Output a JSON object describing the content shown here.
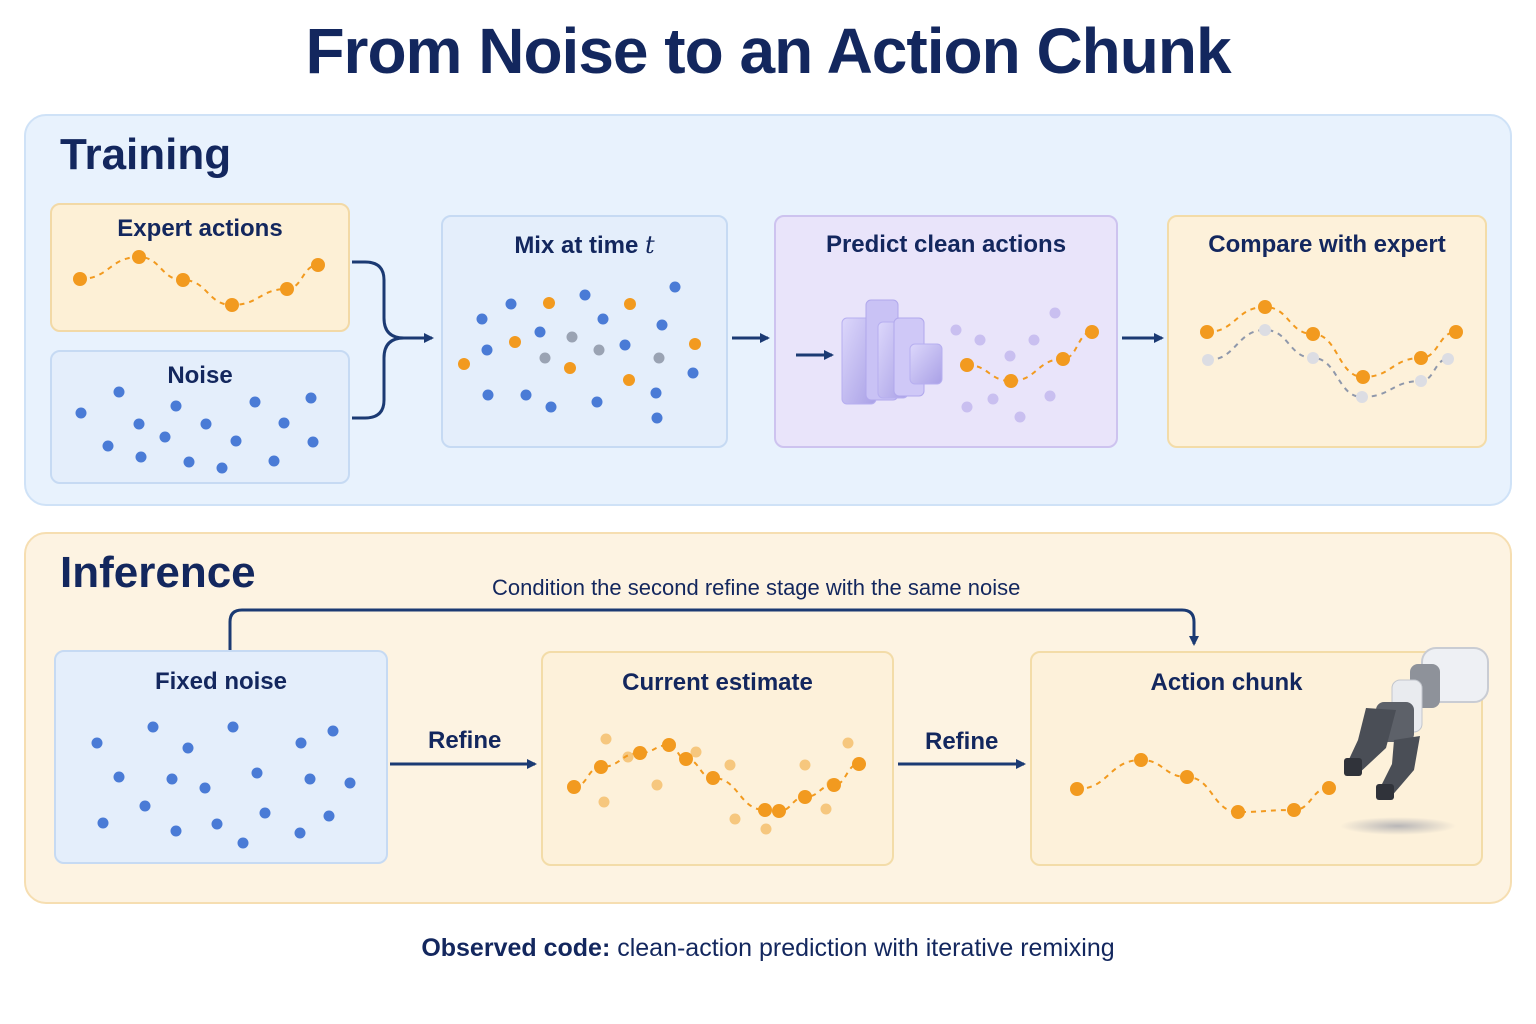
{
  "title": "From Noise to an Action Chunk",
  "training": {
    "heading": "Training",
    "expert_label": "Expert actions",
    "noise_label": "Noise",
    "mix_label": "Mix at time",
    "mix_var": "t",
    "predict_label": "Predict clean actions",
    "compare_label": "Compare with expert"
  },
  "inference": {
    "heading": "Inference",
    "condition_note": "Condition the second refine stage with the same noise",
    "fixed_noise_label": "Fixed noise",
    "current_estimate_label": "Current estimate",
    "action_chunk_label": "Action chunk",
    "refine_label_1": "Refine",
    "refine_label_2": "Refine"
  },
  "footer": {
    "prefix": "Observed code:",
    "text": " clean-action prediction with iterative remixing"
  },
  "colors": {
    "orange_dot": "#f29a1f",
    "blue_dot": "#4a7bd6",
    "gray_dot": "#9aa3b3",
    "lavender_dot": "#c9bff0",
    "arrow": "#1b3a73"
  }
}
